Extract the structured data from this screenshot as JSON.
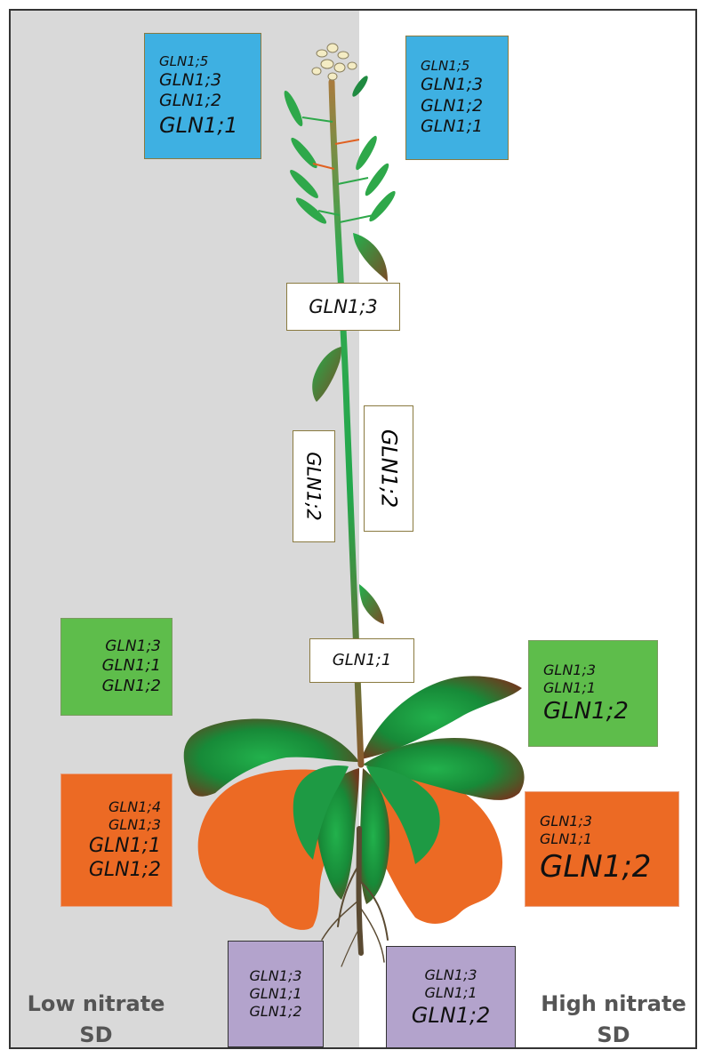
{
  "leaf_high": [
    "GLN1;5",
    "GLN1;3",
    "GLN1;2",
    "GLN1;1"
  ],
  "leaf_high_right": [
    "GLN1;5",
    "GLN1;3",
    "GLN1;2",
    "GLN1;1"
  ],
  "stem_upper": "GLN1;3",
  "stem_mid_left": "GLN1;2",
  "stem_mid_right": "GLN1;2",
  "stem_base": "GLN1;1",
  "rosette_green_left": [
    "GLN1;3",
    "GLN1;1",
    "GLN1;2"
  ],
  "rosette_green_right": [
    "GLN1;3",
    "GLN1;1",
    "GLN1;2"
  ],
  "rosette_orange_left": [
    "GLN1;4",
    "GLN1;3",
    "GLN1;1",
    "GLN1;2"
  ],
  "rosette_orange_right": [
    "GLN1;3",
    "GLN1;1",
    "GLN1;2"
  ],
  "root_left": [
    "GLN1;3",
    "GLN1;1",
    "GLN1;2"
  ],
  "root_right": [
    "GLN1;3",
    "GLN1;1",
    "GLN1;2"
  ],
  "condition_left": [
    "Low nitrate",
    "SD"
  ],
  "condition_right": [
    "High nitrate",
    "SD"
  ],
  "colors": {
    "flower_box": "#3eb0e2",
    "green_leaf_box": "#5ebd4b",
    "senescent_leaf_box": "#ec6a24",
    "root_box": "#b3a3cc",
    "low_nitrate_bg": "#d9d9d9"
  }
}
